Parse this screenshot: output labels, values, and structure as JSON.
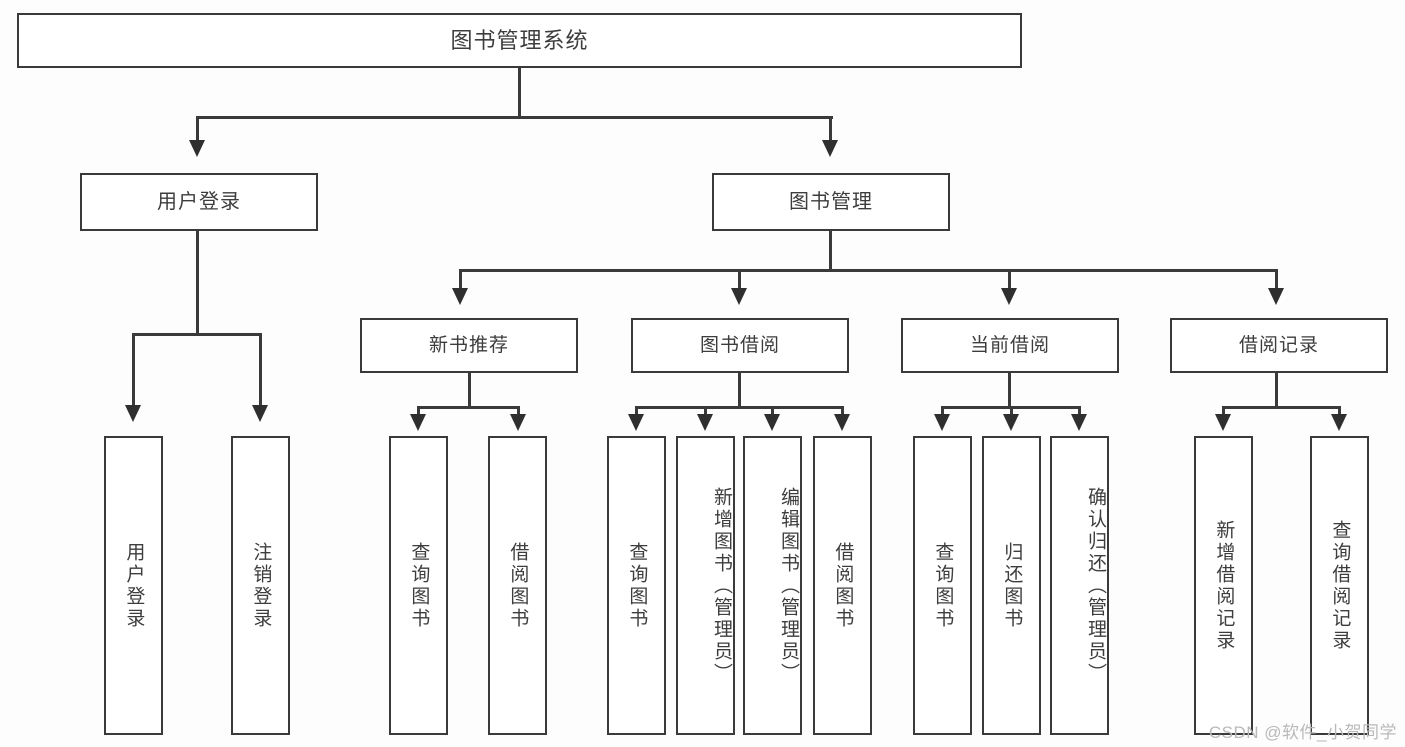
{
  "diagram": {
    "title": "图书管理系统",
    "root": {
      "label": "图书管理系统"
    },
    "level2": [
      {
        "label": "用户登录"
      },
      {
        "label": "图书管理"
      }
    ],
    "level3": [
      {
        "label": "新书推荐"
      },
      {
        "label": "图书借阅"
      },
      {
        "label": "当前借阅"
      },
      {
        "label": "借阅记录"
      }
    ],
    "leaves": {
      "user_login": [
        {
          "label": "用户登录"
        },
        {
          "label": "注销登录"
        }
      ],
      "new_book_recommend": [
        {
          "label": "查询图书"
        },
        {
          "label": "借阅图书"
        }
      ],
      "book_borrow": [
        {
          "label": "查询图书"
        },
        {
          "label": "新增图书（管理员）"
        },
        {
          "label": "编辑图书（管理员）"
        },
        {
          "label": "借阅图书"
        }
      ],
      "current_borrow": [
        {
          "label": "查询图书"
        },
        {
          "label": "归还图书"
        },
        {
          "label": "确认归还（管理员）"
        }
      ],
      "borrow_record": [
        {
          "label": "新增借阅记录"
        },
        {
          "label": "查询借阅记录"
        }
      ]
    }
  },
  "watermark": {
    "text": "CSDN @软件_小贺同学"
  },
  "colors": {
    "stroke": "#3a3a3a",
    "text": "#3d3d3d",
    "background": "#fdfdfd",
    "watermark": "#b9b9b9"
  }
}
